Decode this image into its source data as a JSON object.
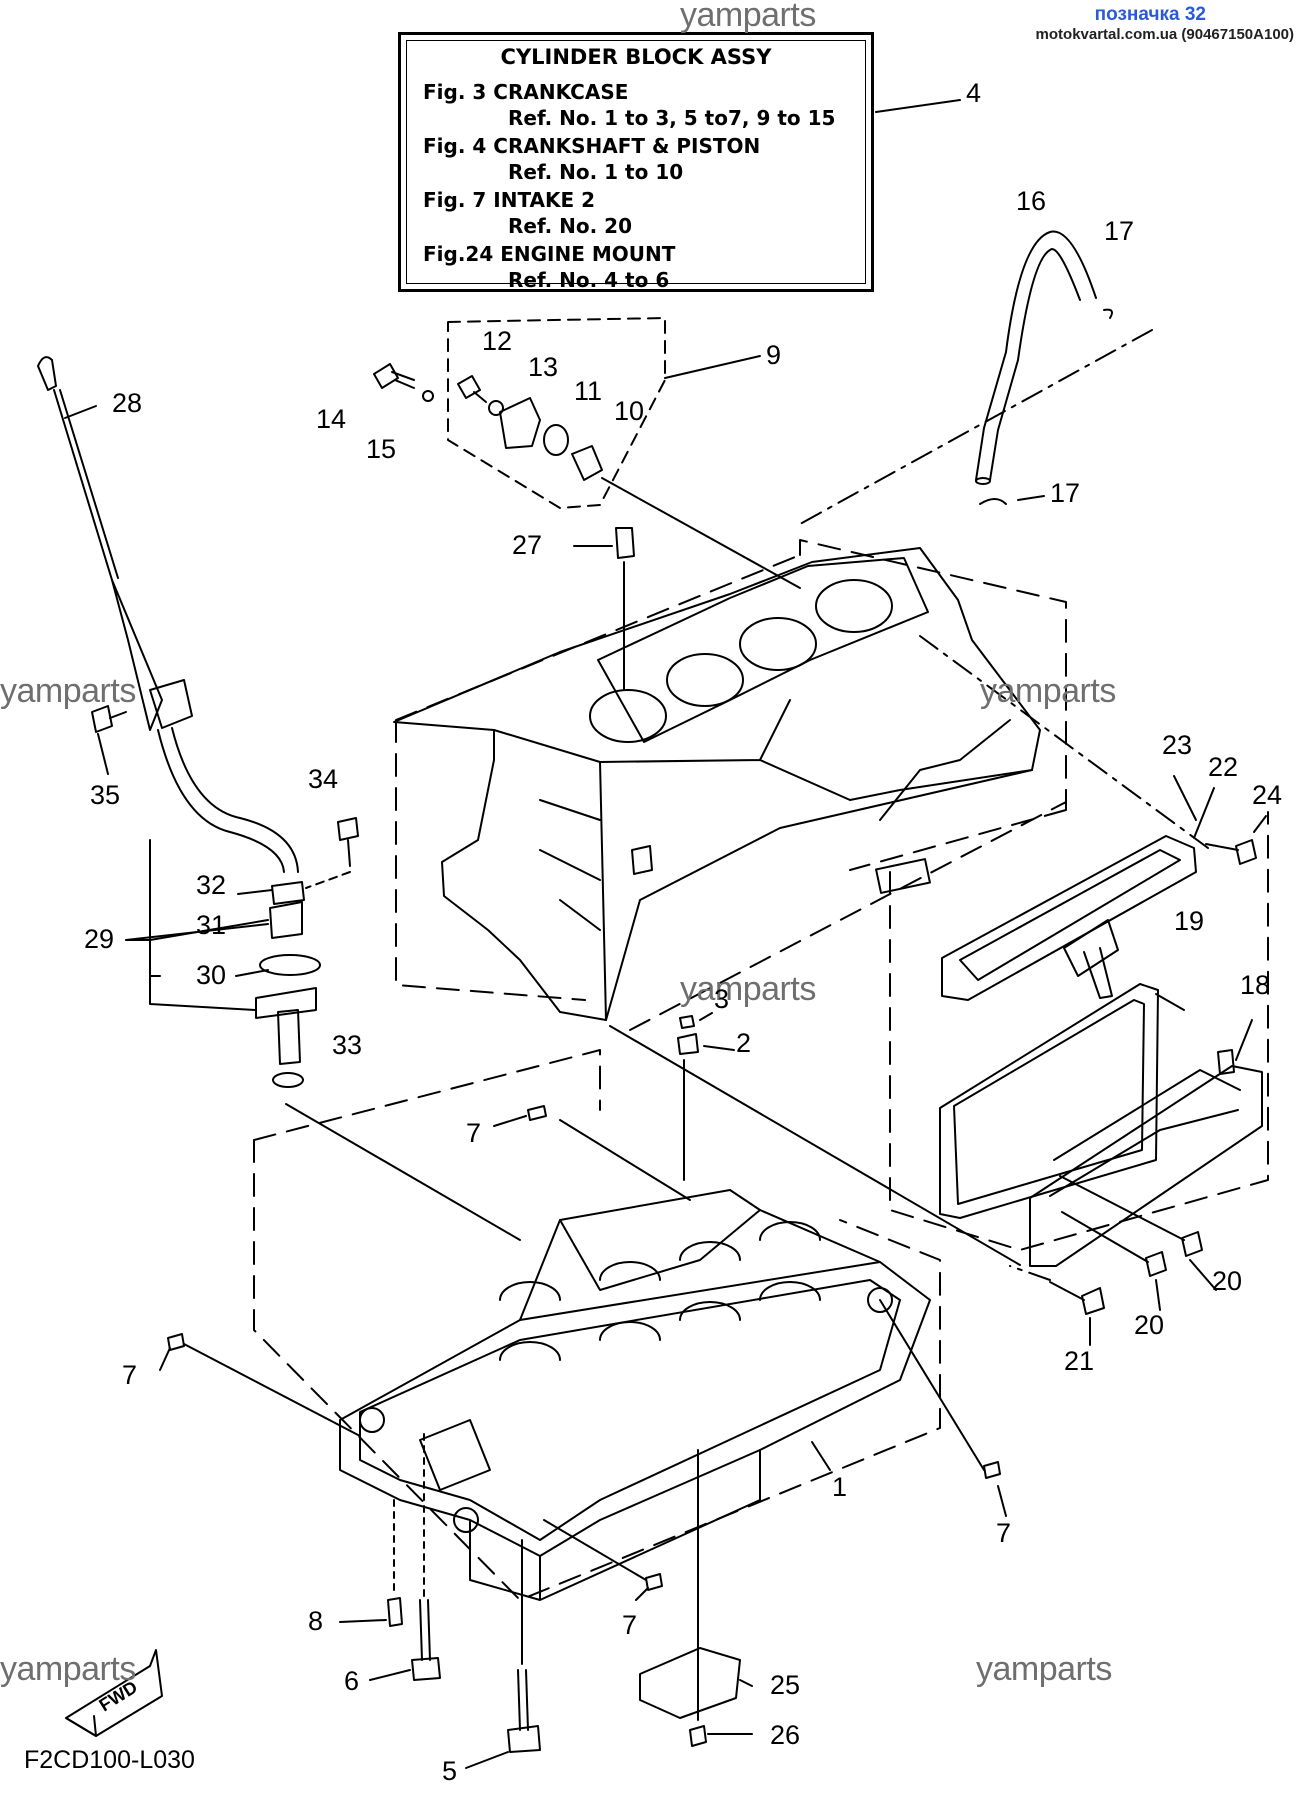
{
  "header": {
    "tag": "позначка 32",
    "source": "motokvartal.com.ua (90467150A100)"
  },
  "title_box": {
    "title": "CYLINDER BLOCK ASSY",
    "figs": [
      {
        "fig": "Fig.  3 CRANKCASE",
        "ref": "Ref. No. 1 to 3, 5 to7, 9 to 15"
      },
      {
        "fig": "Fig.  4 CRANKSHAFT & PISTON",
        "ref": "Ref. No. 1 to 10"
      },
      {
        "fig": "Fig.  7 INTAKE 2",
        "ref": "Ref. No. 20"
      },
      {
        "fig": "Fig.24 ENGINE MOUNT",
        "ref": "Ref. No. 4 to 6"
      }
    ]
  },
  "watermark": "yamparts",
  "part_labels": [
    "4",
    "16",
    "17",
    "17",
    "28",
    "12",
    "13",
    "9",
    "11",
    "10",
    "14",
    "15",
    "27",
    "35",
    "34",
    "23",
    "22",
    "24",
    "32",
    "31",
    "29",
    "30",
    "19",
    "3",
    "18",
    "2",
    "33",
    "7",
    "20",
    "20",
    "7",
    "21",
    "1",
    "7",
    "8",
    "6",
    "7",
    "25",
    "5",
    "26"
  ],
  "drawing_code": "F2CD100-L030",
  "fwd_label": "FWD",
  "colors": {
    "line": "#000000",
    "watermark": "#6f6f6f",
    "tag": "#2a5bd7"
  }
}
